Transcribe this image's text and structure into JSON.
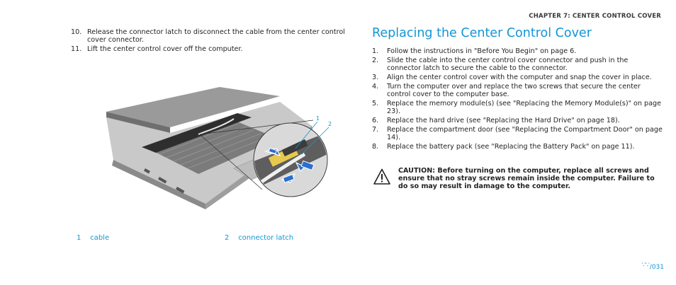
{
  "chapter": "CHAPTER 7: CENTER CONTROL COVER",
  "left_steps": [
    {
      "num": "10.",
      "text": "Release the connector latch to disconnect the cable from the center control cover connector."
    },
    {
      "num": "11.",
      "text": "Lift the center control cover off the computer."
    }
  ],
  "figure": {
    "callout_1": "1",
    "callout_2": "2"
  },
  "legend": [
    {
      "num": "1",
      "label": "cable"
    },
    {
      "num": "2",
      "label": "connector latch"
    }
  ],
  "heading": "Replacing the Center Control Cover",
  "right_steps": [
    {
      "num": "1.",
      "text": "Follow the instructions in \"Before You Begin\" on page 6."
    },
    {
      "num": "2.",
      "text": "Slide the cable into the center control cover connector and push in the connector latch to secure the cable to the connector."
    },
    {
      "num": "3.",
      "text": "Align the center control cover with the computer and snap the cover in place."
    },
    {
      "num": "4.",
      "text": "Turn the computer over and replace the two screws that secure the center control cover to the computer base."
    },
    {
      "num": "5.",
      "text": "Replace the memory module(s) (see \"Replacing the Memory Module(s)\" on page 23)."
    },
    {
      "num": "6.",
      "text": "Replace the hard drive (see \"Replacing the Hard Drive\" on page 18)."
    },
    {
      "num": "7.",
      "text": "Replace the compartment door (see \"Replacing the Compartment Door\" on page 14)."
    },
    {
      "num": "8.",
      "text": "Replace the battery pack (see \"Replacing the Battery Pack\" on page 11)."
    }
  ],
  "caution": "CAUTION: Before turning on the computer, replace all screws and ensure that no stray screws remain inside the computer. Failure to do so may result in damage to the computer.",
  "page": {
    "logo": "∵∵",
    "number": "031"
  },
  "colors": {
    "accent": "#1296d6",
    "text": "#231f20"
  }
}
